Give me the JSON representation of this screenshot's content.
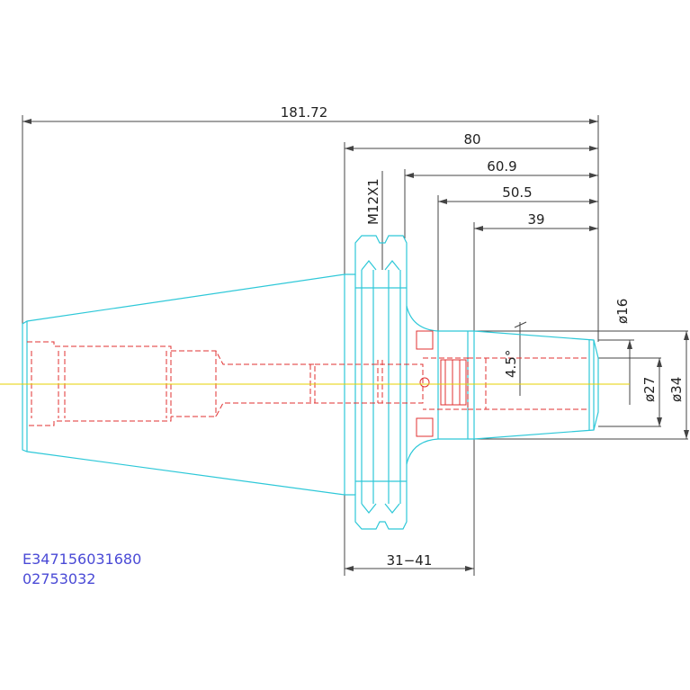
{
  "dimensions": {
    "total_length": "181.72",
    "length_80": "80",
    "length_60_9": "60.9",
    "length_50_5": "50.5",
    "length_39": "39",
    "thread": "M12X1",
    "dia_16": "ø16",
    "dia_27": "ø27",
    "dia_34": "ø34",
    "angle": "4.5°",
    "range": "31−41"
  },
  "identifiers": {
    "part_code": "E347156031680",
    "order_number": "02753032"
  },
  "colors": {
    "outline": "#2ec8d8",
    "hidden": "#e03030",
    "dimension": "#444444",
    "center": "#e6d200",
    "id_text": "#4a4ad6"
  }
}
